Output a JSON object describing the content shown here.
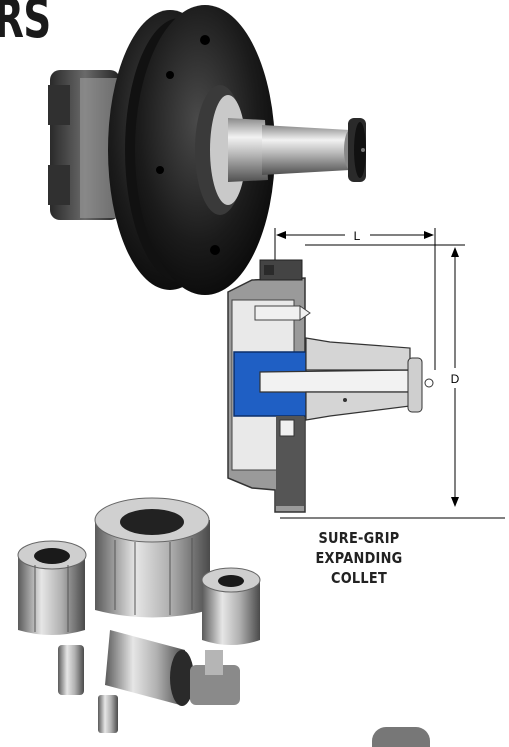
{
  "header": {
    "title_fragment": "RS"
  },
  "diagram": {
    "dimension_length_label": "L",
    "dimension_diameter_label": "D"
  },
  "caption": {
    "line1": "SURE-GRIP",
    "line2": "EXPANDING COLLET"
  },
  "colors": {
    "collet_highlight": "#1f5fc4",
    "body_gray": "#9a9a9a",
    "dark_gray": "#555555"
  },
  "icons": [
    "chuck-photo",
    "cross-section-diagram",
    "collets-photo",
    "partial-button"
  ]
}
